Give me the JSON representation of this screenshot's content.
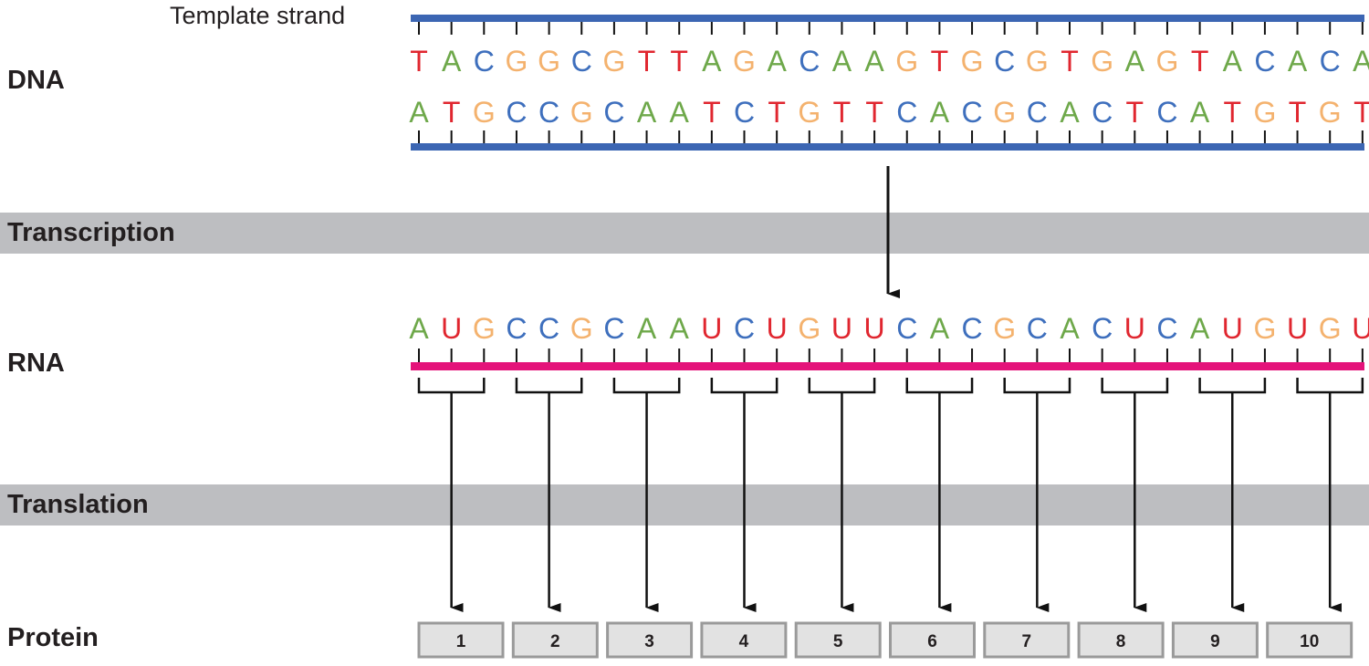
{
  "labels": {
    "dna": "DNA",
    "rna": "RNA",
    "protein": "Protein",
    "template_strand": "Template strand",
    "transcription": "Transcription",
    "translation": "Translation"
  },
  "dna": {
    "template_strand": [
      "T",
      "A",
      "C",
      "G",
      "G",
      "C",
      "G",
      "T",
      "T",
      "A",
      "G",
      "A",
      "C",
      "A",
      "A",
      "G",
      "T",
      "G",
      "C",
      "G",
      "T",
      "G",
      "A",
      "G",
      "T",
      "A",
      "C",
      "A",
      "C",
      "A"
    ],
    "coding_strand": [
      "A",
      "T",
      "G",
      "C",
      "C",
      "G",
      "C",
      "A",
      "A",
      "T",
      "C",
      "T",
      "G",
      "T",
      "T",
      "C",
      "A",
      "C",
      "G",
      "C",
      "A",
      "C",
      "T",
      "C",
      "A",
      "T",
      "G",
      "T",
      "G",
      "T"
    ]
  },
  "rna": {
    "sequence": [
      "A",
      "U",
      "G",
      "C",
      "C",
      "G",
      "C",
      "A",
      "A",
      "U",
      "C",
      "U",
      "G",
      "U",
      "U",
      "C",
      "A",
      "C",
      "G",
      "C",
      "A",
      "C",
      "U",
      "C",
      "A",
      "U",
      "G",
      "U",
      "G",
      "U"
    ]
  },
  "protein": {
    "amino_acids": [
      "1",
      "2",
      "3",
      "4",
      "5",
      "6",
      "7",
      "8",
      "9",
      "10"
    ]
  },
  "colors": {
    "A": "#6ea84a",
    "T": "#e0262f",
    "U": "#e0262f",
    "G": "#f4b26e",
    "C": "#3e6fbd",
    "dna_backbone": "#3c66b3",
    "rna_backbone": "#e4137a",
    "band": "#bdbec1",
    "box_fill": "#e2e2e2",
    "box_stroke": "#9a9a9a"
  }
}
